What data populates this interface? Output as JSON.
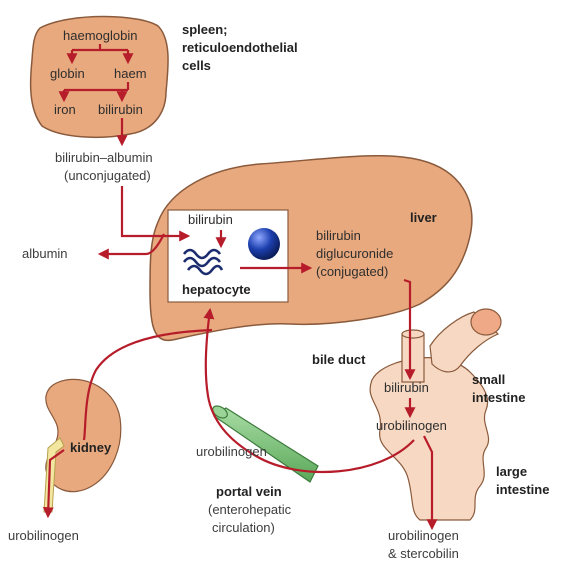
{
  "spleen": {
    "title_line1": "spleen;",
    "title_line2": "reticuloendothelial",
    "title_line3": "cells",
    "haemoglobin": "haemoglobin",
    "globin": "globin",
    "haem": "haem",
    "iron": "iron",
    "bilirubin": "bilirubin"
  },
  "transport": {
    "line1": "bilirubin–albumin",
    "line2": "(unconjugated)",
    "albumin": "albumin"
  },
  "liver": {
    "title": "liver",
    "hep_bilirubin": "bilirubin",
    "hepatocyte": "hepatocyte",
    "conj_line1": "bilirubin",
    "conj_line2": "diglucuronide",
    "conj_line3": "(conjugated)"
  },
  "bile_duct": {
    "label": "bile duct"
  },
  "intestine": {
    "bilirubin": "bilirubin",
    "urobilinogen": "urobilinogen",
    "small_line1": "small",
    "small_line2": "intestine",
    "large_line1": "large",
    "large_line2": "intestine",
    "out_line1": "urobilinogen",
    "out_line2": "& stercobilin"
  },
  "portal": {
    "urobilinogen": "urobilinogen",
    "line1": "portal vein",
    "line2": "(enterohepatic",
    "line3": "circulation)"
  },
  "kidney": {
    "label": "kidney",
    "urobilinogen": "urobilinogen"
  },
  "colors": {
    "organ_fill": "#e8a97e",
    "organ_stroke": "#8a5a3c",
    "intestine_fill": "#f7d9c3",
    "arrow": "#b71c2a",
    "vein": "#7cc47a",
    "nucleus": "#1c3fae"
  }
}
